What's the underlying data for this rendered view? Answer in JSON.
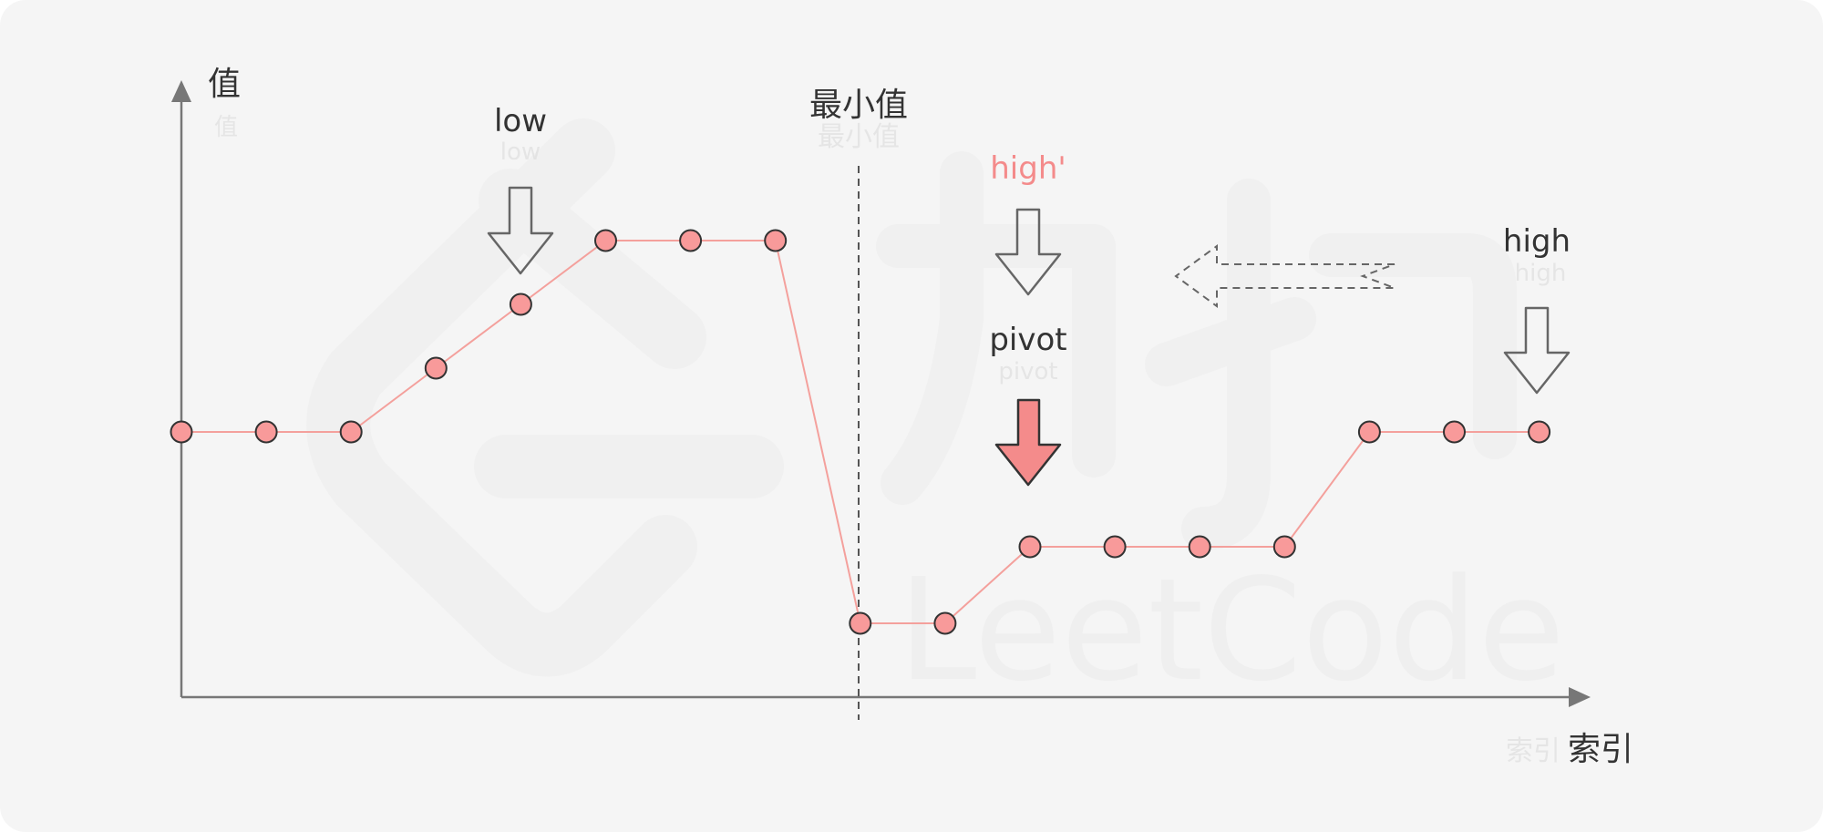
{
  "axes": {
    "y_label": "值",
    "x_label": "索引"
  },
  "annotations": {
    "low": "low",
    "min": "最小值",
    "high_prime": "high'",
    "pivot": "pivot",
    "high": "high"
  },
  "colors": {
    "background": "#f5f5f5",
    "point_fill": "#f89a9a",
    "line": "#f4a09c",
    "high_prime_text": "#f48b8b",
    "axis": "#777777",
    "pivot_arrow": "#f48b8b"
  },
  "chart_data": {
    "type": "line",
    "x_label": "索引",
    "y_label": "值",
    "points": [
      {
        "x": 0,
        "y": 4
      },
      {
        "x": 1,
        "y": 4
      },
      {
        "x": 2,
        "y": 4
      },
      {
        "x": 3,
        "y": 5
      },
      {
        "x": 4,
        "y": 6
      },
      {
        "x": 5,
        "y": 7
      },
      {
        "x": 6,
        "y": 7
      },
      {
        "x": 7,
        "y": 7
      },
      {
        "x": 8,
        "y": 1
      },
      {
        "x": 9,
        "y": 1
      },
      {
        "x": 10,
        "y": 2.2
      },
      {
        "x": 11,
        "y": 2.2
      },
      {
        "x": 12,
        "y": 2.2
      },
      {
        "x": 13,
        "y": 2.2
      },
      {
        "x": 14,
        "y": 4
      },
      {
        "x": 15,
        "y": 4
      },
      {
        "x": 16,
        "y": 4
      }
    ],
    "minimum_index": 8,
    "markers": {
      "low": 4,
      "high_prime": 10,
      "pivot": 10,
      "high": 16
    }
  }
}
